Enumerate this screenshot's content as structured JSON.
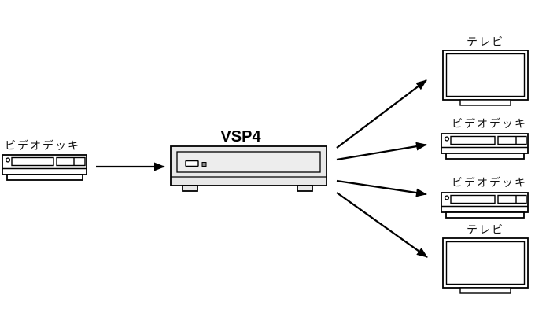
{
  "diagram": {
    "hub_device": {
      "label": "VSP4",
      "type": "video-distributor"
    },
    "source_device": {
      "label": "ビデオデッキ",
      "type": "vcr"
    },
    "output_devices": [
      {
        "label": "テレビ",
        "type": "tv"
      },
      {
        "label": "ビデオデッキ",
        "type": "vcr"
      },
      {
        "label": "ビデオデッキ",
        "type": "vcr"
      },
      {
        "label": "テレビ",
        "type": "tv"
      }
    ],
    "connections": [
      {
        "from": "source-vcr",
        "to": "vsp4-hub"
      },
      {
        "from": "vsp4-hub",
        "to": "output-tv-1"
      },
      {
        "from": "vsp4-hub",
        "to": "output-vcr-1"
      },
      {
        "from": "vsp4-hub",
        "to": "output-vcr-2"
      },
      {
        "from": "vsp4-hub",
        "to": "output-tv-2"
      }
    ],
    "colors": {
      "line": "#000000",
      "hub_fill": "#e8e8e8",
      "background": "#ffffff"
    }
  }
}
